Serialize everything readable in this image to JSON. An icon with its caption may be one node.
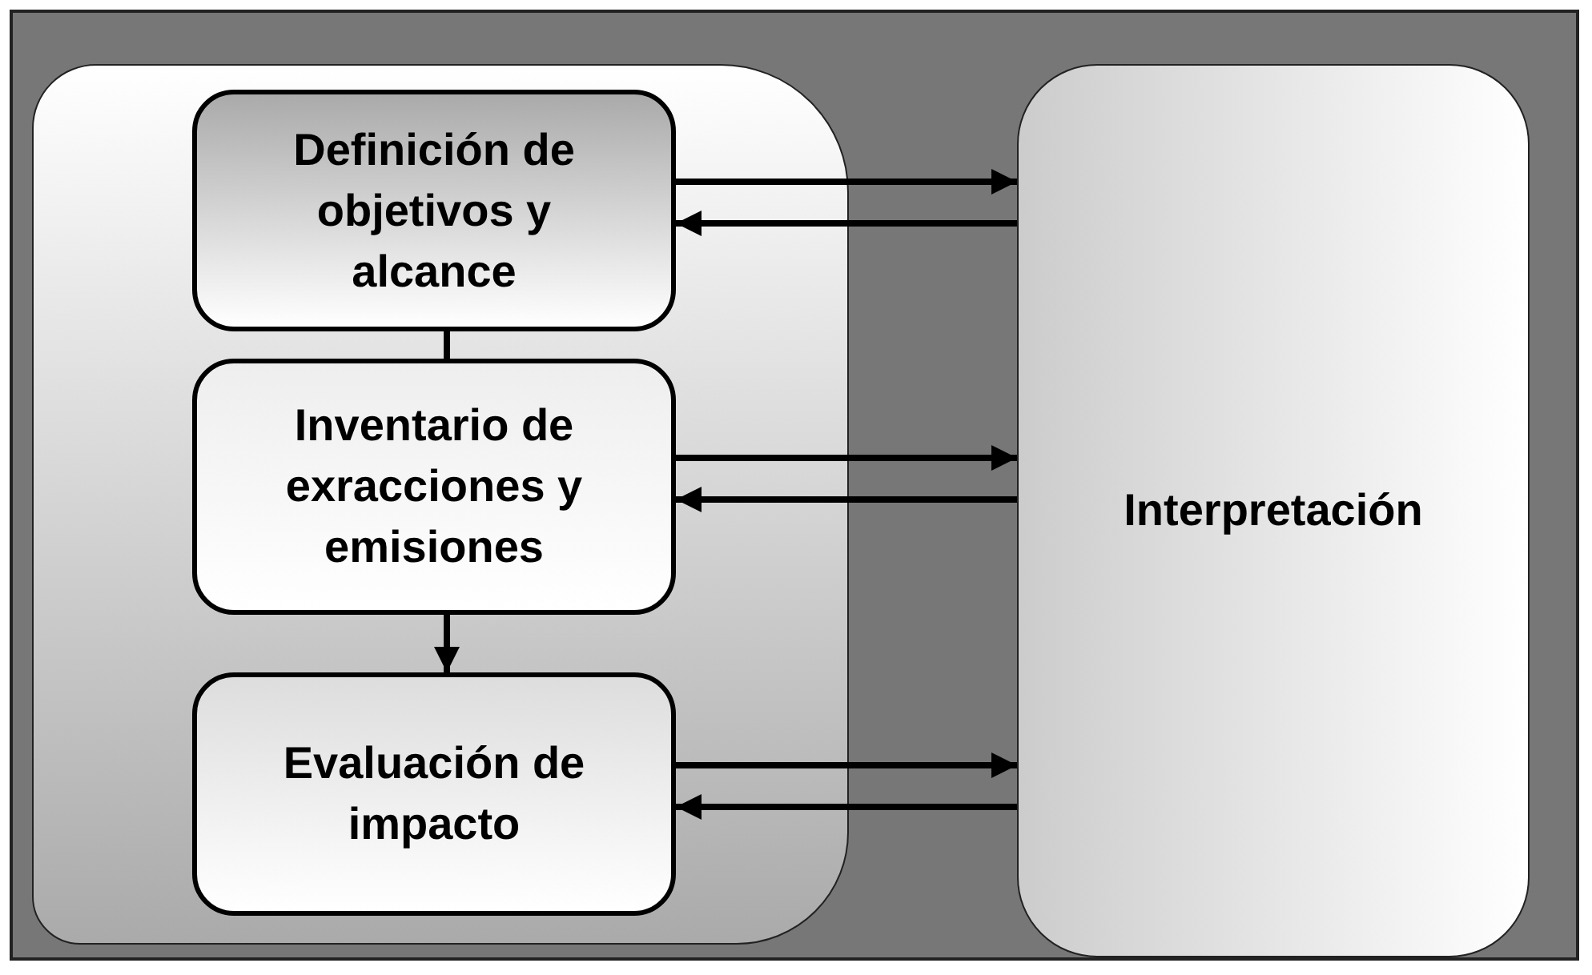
{
  "diagram": {
    "nodes": [
      {
        "text": [],
        "shape": "box"
      },
      {
        "text": [
          "Definición de objetivos y alcance"
        ],
        "in": 0
      },
      {
        "text": [
          "Inventario de exracciones y emisiones"
        ],
        "in": 0
      },
      {
        "text": [
          "Evaluación de impacto"
        ],
        "in": 0
      },
      {
        "text": [
          "Interpretación"
        ]
      }
    ],
    "edges": [
      {
        "from": 1,
        "to": 2,
        "arrow": "none"
      },
      {
        "from": 2,
        "to": 3,
        "arrow": "to"
      },
      {
        "from": 1,
        "to": 4,
        "arrow": "to"
      },
      {
        "from": 4,
        "to": 1,
        "arrow": "to"
      },
      {
        "from": 2,
        "to": 4,
        "arrow": "to"
      },
      {
        "from": 4,
        "to": 2,
        "arrow": "to"
      },
      {
        "from": 3,
        "to": 4,
        "arrow": "to"
      },
      {
        "from": 4,
        "to": 3,
        "arrow": "to"
      }
    ]
  }
}
